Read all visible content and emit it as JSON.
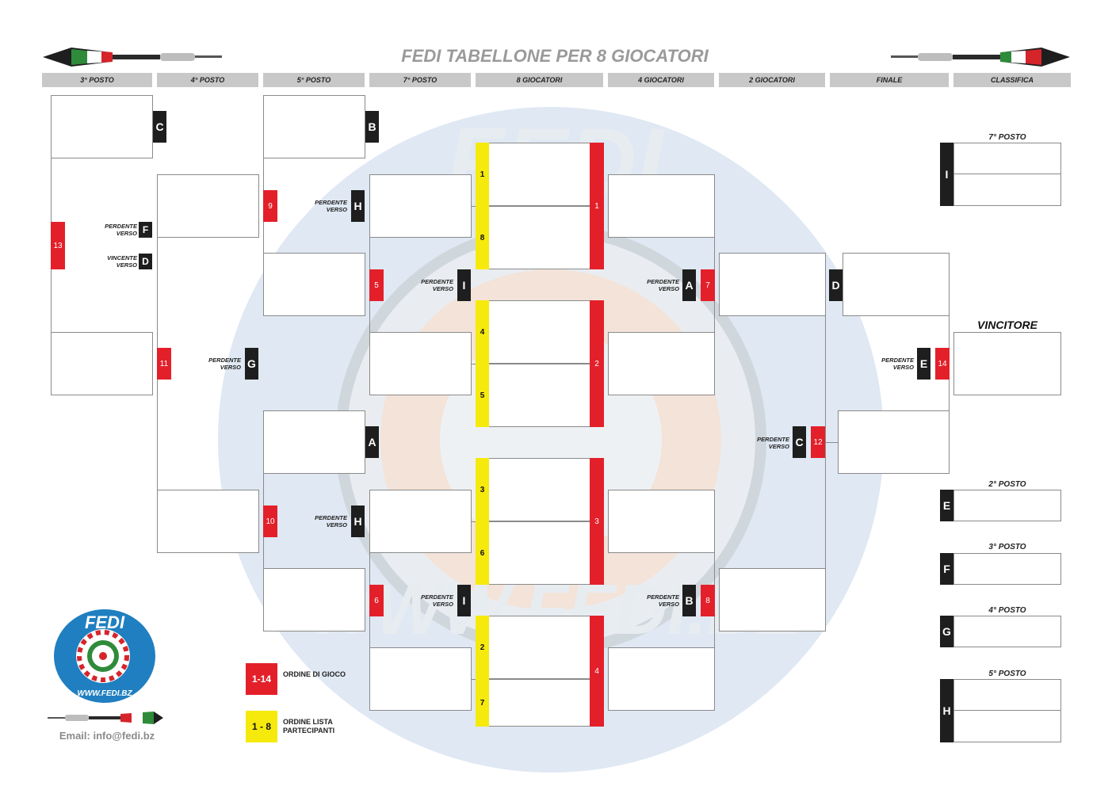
{
  "title": "FEDI TABELLONE PER 8 GIOCATORI",
  "headers": [
    "3° POSTO",
    "4° POSTO",
    "5° POSTO",
    "7° POSTO",
    "8 GIOCATORI",
    "4 GIOCATORI",
    "2 GIOCATORI",
    "FINALE",
    "CLASSIFICA"
  ],
  "loser_label": {
    "line1": "PERDENTE",
    "line2": "VERSO"
  },
  "winner_label": {
    "line1": "VINCENTE",
    "line2": "VERSO"
  },
  "letters": {
    "a": "A",
    "b": "B",
    "c": "C",
    "d": "D",
    "e": "E",
    "f": "F",
    "g": "G",
    "h": "H",
    "i": "I"
  },
  "game_numbers": [
    "1",
    "2",
    "3",
    "4",
    "5",
    "6",
    "7",
    "8",
    "9",
    "10",
    "11",
    "12",
    "13",
    "14"
  ],
  "seeds": [
    "1",
    "8",
    "4",
    "5",
    "3",
    "6",
    "2",
    "7"
  ],
  "standings": {
    "seventh": "7° POSTO",
    "winner": "VINCITORE",
    "second": "2° POSTO",
    "third": "3° POSTO",
    "fourth": "4° POSTO",
    "fifth": "5° POSTO"
  },
  "legend": {
    "red_swatch": "1-14",
    "red_text": "ORDINE DI GIOCO",
    "yellow_swatch": "1 - 8",
    "yellow_text": "ORDINE LISTA PARTECIPANTI"
  },
  "logo": {
    "top": "FEDI",
    "bottom": "WWW.FEDI.BZ"
  },
  "watermark": {
    "top": "FEDI",
    "bottom": "WWW.FEDI.BZ"
  },
  "email": "Email: info@fedi.bz",
  "colors": {
    "red": "#e3202a",
    "yellow": "#f6ea0d",
    "black": "#1e1e1e",
    "header": "#c8c8c8",
    "logo_blue": "#1f7fc0"
  }
}
